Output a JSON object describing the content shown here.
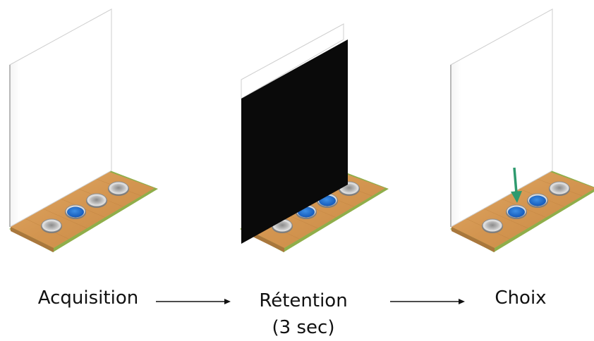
{
  "stages": [
    {
      "label": "Acquisition",
      "screen": "raised",
      "wells": [
        "empty",
        "baited",
        "empty",
        "empty"
      ]
    },
    {
      "label": "Rétention",
      "sublabel": "(3 sec)",
      "screen": "lowered",
      "wells": [
        "empty",
        "baited",
        "baited",
        "empty"
      ]
    },
    {
      "label": "Choix",
      "screen": "raised",
      "wells": [
        "empty",
        "baited",
        "baited",
        "empty"
      ],
      "choice_indicator": "down-arrow"
    }
  ],
  "colors": {
    "board_wood": "#d9a05e",
    "board_edge": "#8fae4a",
    "well_bait": "#1f6fcf",
    "well_empty": "#9a9a9a",
    "occluder": "#0a0a0a",
    "choice_arrow": "#2e9a6e",
    "flow_arrow": "#111111"
  },
  "icons": {
    "flow": "right-arrow-icon",
    "choice": "down-arrow-icon"
  }
}
